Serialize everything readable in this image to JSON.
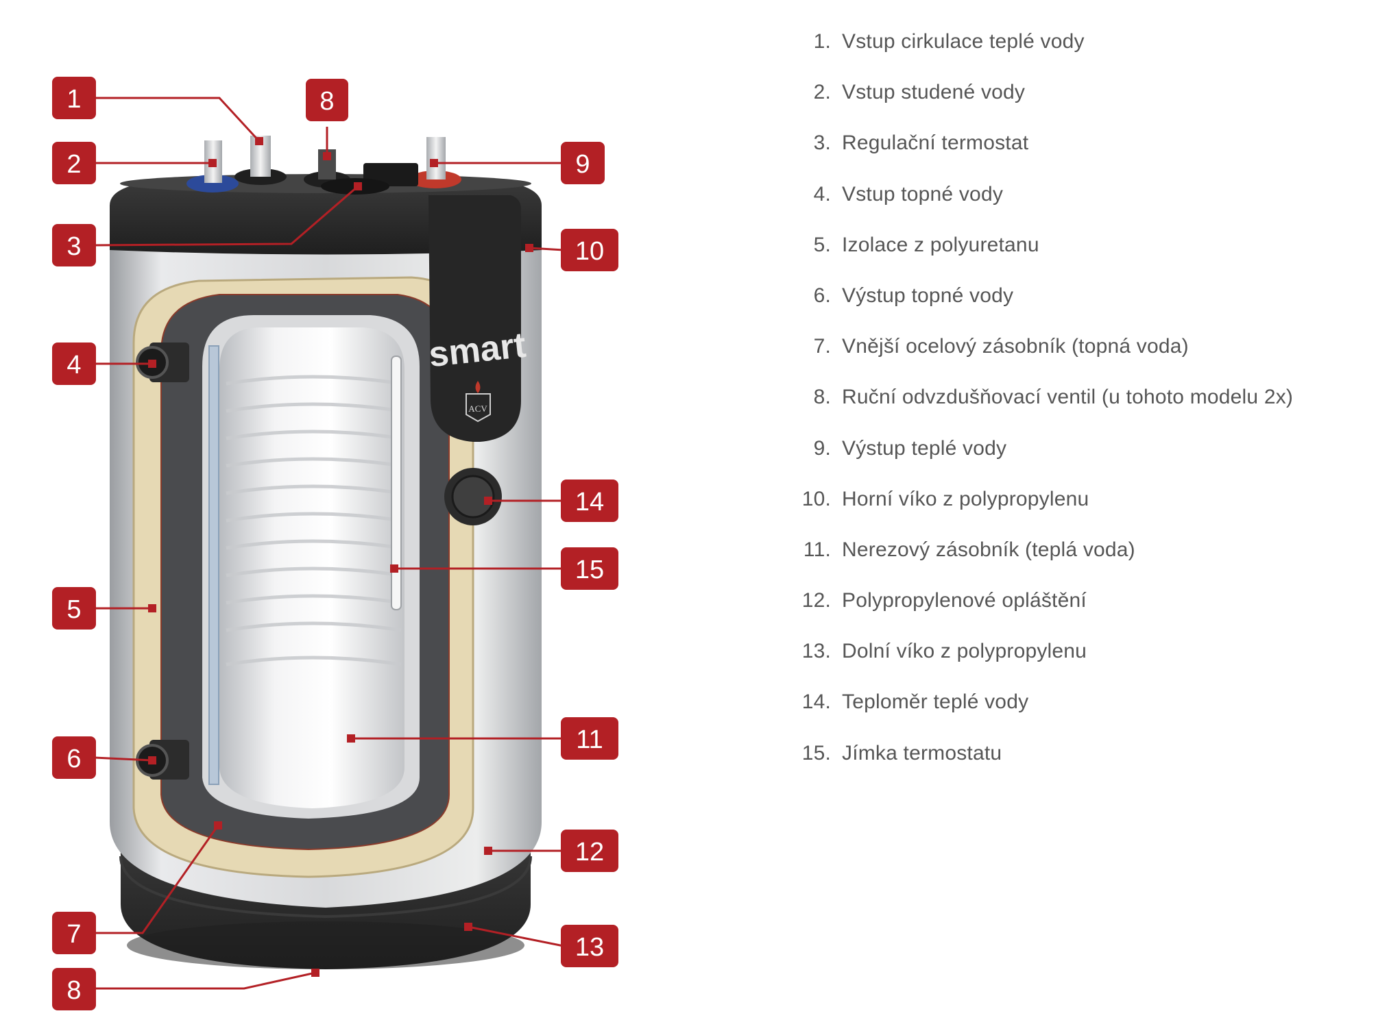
{
  "brand": {
    "product_logo": "smart",
    "maker_logo": "ACV"
  },
  "colors": {
    "callout_red": "#b32025",
    "insulation": "#e6d9b4",
    "jacket_grey": "#d7d8da",
    "cover_black": "#2b2b2b",
    "legend_text": "#555555",
    "cold_inlet": "#2c4a9a",
    "hot_outlet": "#c0392b"
  },
  "callouts": [
    {
      "id": "c1",
      "label": "1"
    },
    {
      "id": "c2",
      "label": "2"
    },
    {
      "id": "c3",
      "label": "3"
    },
    {
      "id": "c4",
      "label": "4"
    },
    {
      "id": "c5",
      "label": "5"
    },
    {
      "id": "c6",
      "label": "6"
    },
    {
      "id": "c7",
      "label": "7"
    },
    {
      "id": "c8a",
      "label": "8"
    },
    {
      "id": "c8b",
      "label": "8"
    },
    {
      "id": "c9",
      "label": "9"
    },
    {
      "id": "c10",
      "label": "10"
    },
    {
      "id": "c11",
      "label": "11"
    },
    {
      "id": "c12",
      "label": "12"
    },
    {
      "id": "c13",
      "label": "13"
    },
    {
      "id": "c14",
      "label": "14"
    },
    {
      "id": "c15",
      "label": "15"
    }
  ],
  "legend": [
    {
      "num": "1.",
      "text": "Vstup cirkulace teplé vody"
    },
    {
      "num": "2.",
      "text": "Vstup studené vody"
    },
    {
      "num": "3.",
      "text": "Regulační termostat"
    },
    {
      "num": "4.",
      "text": "Vstup topné vody"
    },
    {
      "num": "5.",
      "text": "Izolace z polyuretanu"
    },
    {
      "num": "6.",
      "text": "Výstup topné vody"
    },
    {
      "num": "7.",
      "text": "Vnější ocelový zásobník (topná voda)"
    },
    {
      "num": "8.",
      "text": "Ruční odvzdušňovací ventil (u tohoto modelu 2x)"
    },
    {
      "num": "9.",
      "text": "Výstup teplé vody"
    },
    {
      "num": "10.",
      "text": "Horní víko z polypropylenu"
    },
    {
      "num": "11.",
      "text": "Nerezový zásobník (teplá voda)"
    },
    {
      "num": "12.",
      "text": "Polypropylenové opláštění"
    },
    {
      "num": "13.",
      "text": "Dolní víko z polypropylenu"
    },
    {
      "num": "14.",
      "text": "Teploměr teplé vody"
    },
    {
      "num": "15.",
      "text": "Jímka termostatu"
    }
  ]
}
